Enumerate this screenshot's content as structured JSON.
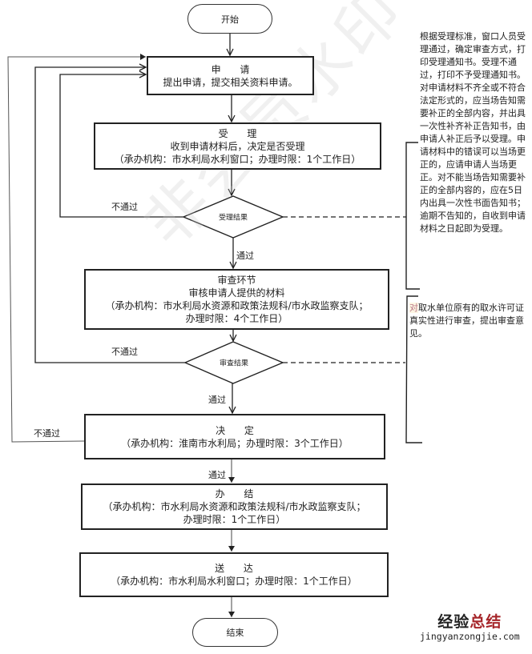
{
  "diagram": {
    "start_label": "开始",
    "end_label": "结束",
    "steps": {
      "apply": {
        "title": "申 请",
        "lines": [
          "提出申请，提交相关资料申请。"
        ]
      },
      "accept": {
        "title": "受 理",
        "lines": [
          "收到申请材料后，决定是否受理",
          "（承办机构：市水利局水利窗口；办理时限：1个工作日）"
        ]
      },
      "review": {
        "title": "审查环节",
        "lines": [
          "审核申请人提供的材料",
          "（承办机构：市水利局水资源和政策法规科/市水政监察支队；",
          "办理时限：4个工作日）"
        ]
      },
      "decide": {
        "title": "决 定",
        "lines": [
          "（承办机构：淮南市水利局；办理时限：3个工作日）"
        ]
      },
      "complete": {
        "title": "办 结",
        "lines": [
          "（承办机构：市水利局水资源和政策法规科/市水政监察支队；",
          "办理时限：1个工作日）"
        ]
      },
      "deliver": {
        "title": "送 达",
        "lines": [
          "（承办机构：市水利局水利窗口；办理时限：1个工作日）"
        ]
      }
    },
    "decisions": {
      "accept_result": "受理结果",
      "review_result": "审查结果"
    },
    "edge_labels": {
      "accept_fail": "不通过",
      "accept_pass": "通过",
      "review_fail": "不通过",
      "review_pass": "通过",
      "decide_fail": "不通过",
      "decide_pass": "通过"
    },
    "notes": {
      "accept_note": "根据受理标准，窗口人员受理通过，确定审查方式，打印受理通知书。受理不通过，打印不予受理通知书。对申请材料不齐全或不符合法定形式的，应当场告知需要补正的全部内容，并出具一次性补齐补正告知书，由申请人补正后予以受理。申请材料中的错误可以当场更正的，应请申请人当场更正。对不能当场告知需要补正的全部内容的，应在5日内出具一次性书面告知书；逾期不告知的，自收到申请材料之日起即为受理。",
      "review_note_highlight": "对",
      "review_note_rest": "取水单位原有的取水许可证真实性进行审查，提出审查意见。"
    },
    "watermark": "非会员水印",
    "brand": {
      "cn_part1": "经验",
      "cn_part2": "总结",
      "url": "jingyanzongjie.com"
    }
  }
}
